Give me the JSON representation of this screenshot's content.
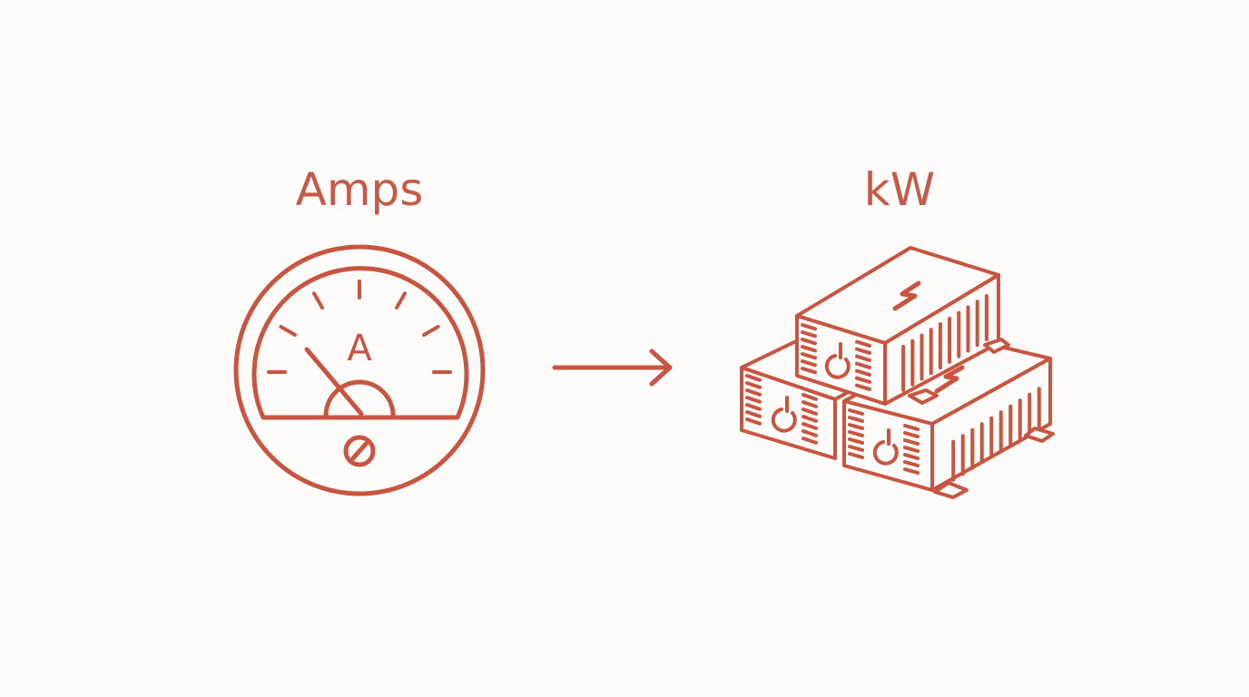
{
  "left": {
    "label": "Amps",
    "icon": "ammeter-gauge-icon",
    "dial_letter": "A"
  },
  "connector": {
    "icon": "arrow-right-icon"
  },
  "right": {
    "label": "kW",
    "icon": "stacked-power-units-icon"
  },
  "colors": {
    "accent": "#c8553f",
    "background": "#fdfcfb"
  }
}
